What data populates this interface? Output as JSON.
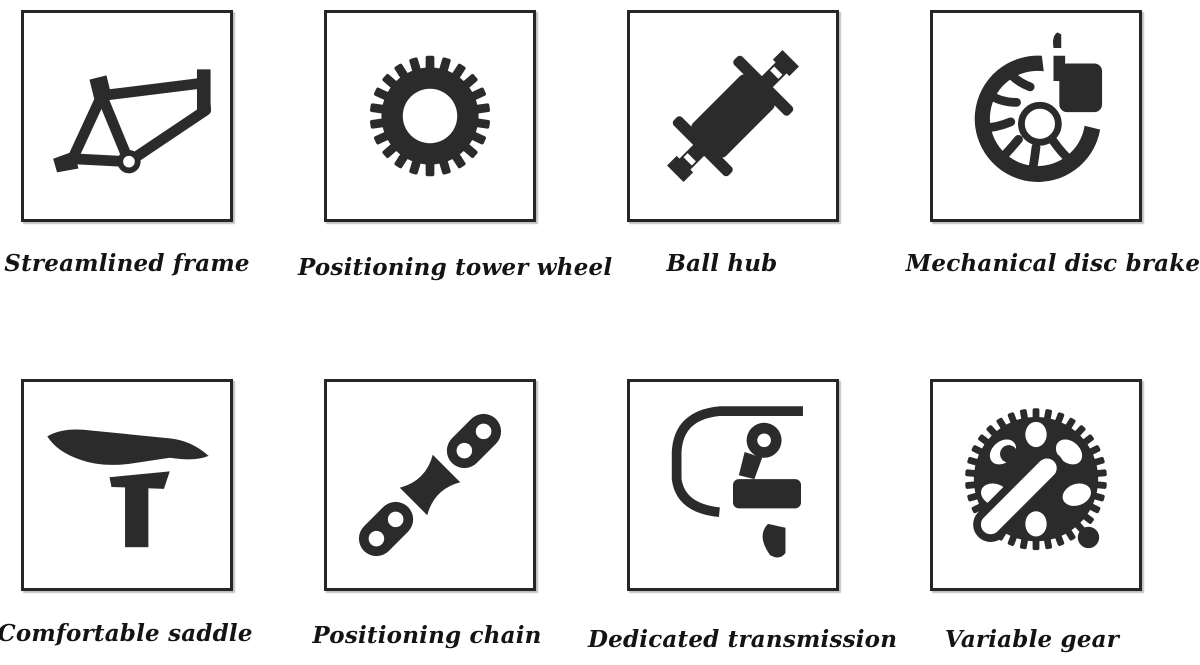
{
  "features": [
    {
      "label": "Streamlined frame",
      "icon": "bike-frame-icon"
    },
    {
      "label": "Positioning tower wheel",
      "icon": "sprocket-icon"
    },
    {
      "label": "Ball hub",
      "icon": "wheel-hub-icon"
    },
    {
      "label": "Mechanical disc brake",
      "icon": "disc-brake-icon"
    },
    {
      "label": "Comfortable saddle",
      "icon": "saddle-icon"
    },
    {
      "label": "Positioning chain",
      "icon": "chain-icon"
    },
    {
      "label": "Dedicated transmission",
      "icon": "derailleur-icon"
    },
    {
      "label": "Variable gear",
      "icon": "chainring-crank-icon"
    }
  ]
}
